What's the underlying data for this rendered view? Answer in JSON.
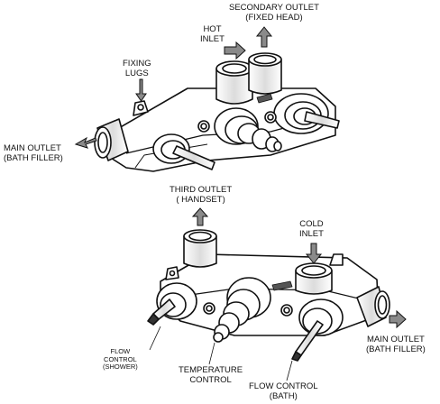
{
  "top_valve": {
    "labels": {
      "secondary_outlet": [
        "SECONDARY OUTLET",
        "(FIXED HEAD)"
      ],
      "hot_inlet": [
        "HOT",
        "INLET"
      ],
      "fixing_lugs": [
        "FIXING",
        "LUGS"
      ],
      "main_outlet": [
        "MAIN OUTLET",
        "(BATH FILLER)"
      ]
    }
  },
  "bottom_valve": {
    "labels": {
      "third_outlet": [
        "THIRD  OUTLET",
        "( HANDSET)"
      ],
      "cold_inlet": [
        "COLD",
        "INLET"
      ],
      "main_outlet": [
        "MAIN OUTLET",
        "(BATH FILLER)"
      ],
      "flow_control_shower": [
        "FLOW",
        "CONTROL",
        "(SHOWER)"
      ],
      "temperature_control": [
        "TEMPERATURE",
        "CONTROL"
      ],
      "flow_control_bath": [
        "FLOW CONTROL",
        "(BATH)"
      ]
    }
  },
  "colors": {
    "line": "#111111",
    "arrow": "#8a8a8a",
    "body": "#ffffff"
  }
}
